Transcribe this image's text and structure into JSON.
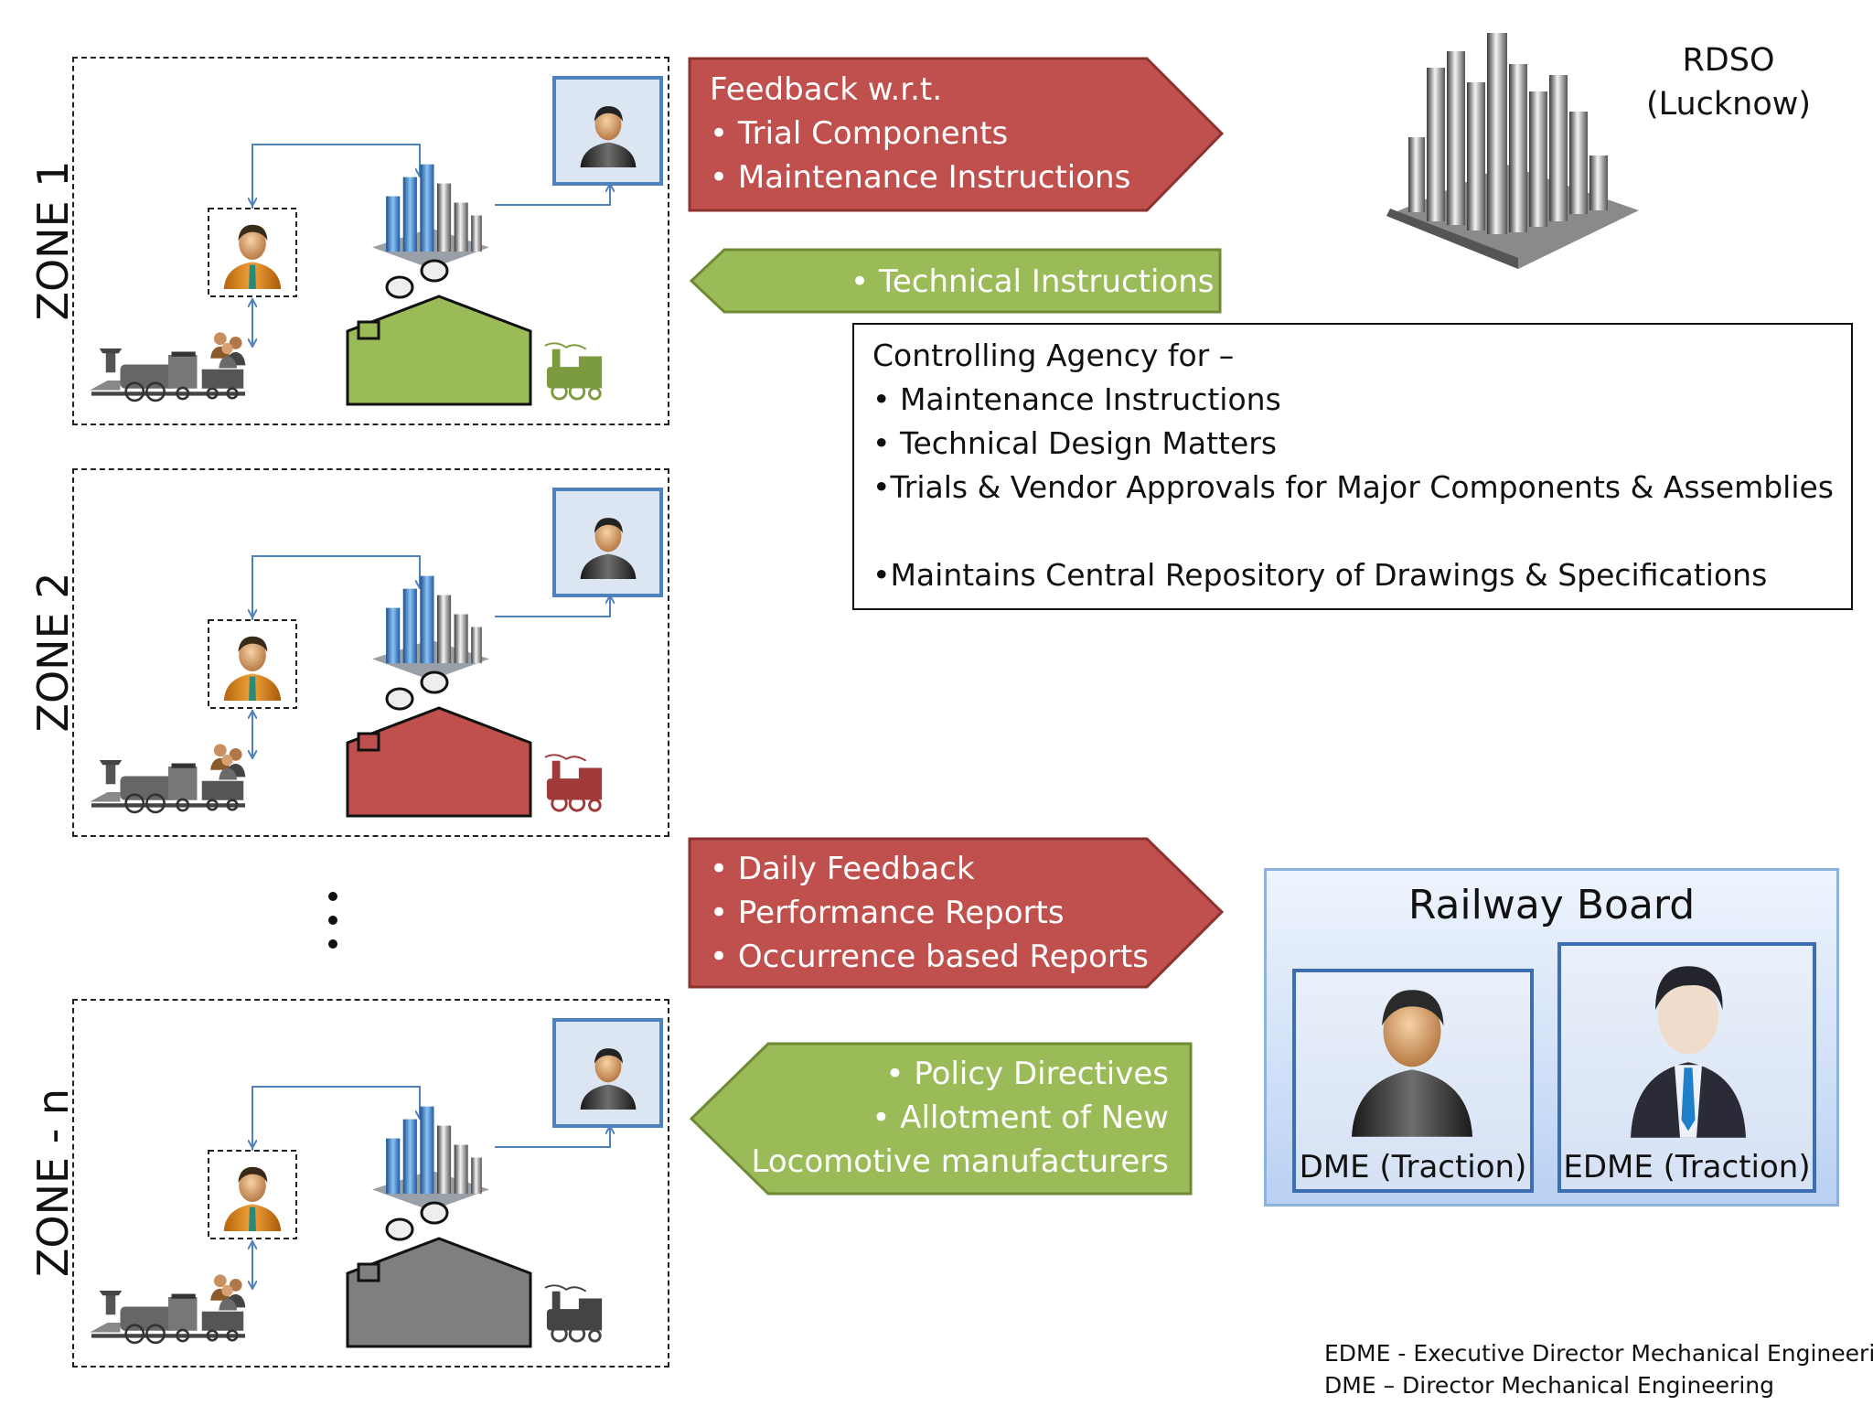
{
  "zones": [
    {
      "label": "ZONE 1",
      "shed_color": "#9bbb59"
    },
    {
      "label": "ZONE 2",
      "shed_color": "#c0504d"
    },
    {
      "label": "ZONE - n",
      "shed_color": "#7f7f7f"
    }
  ],
  "ellipsis": "⋮",
  "rdso": {
    "line1": "RDSO",
    "line2": "(Lucknow)"
  },
  "arrow_feedback_rdso": {
    "color": "#c0504d",
    "heading": "Feedback w.r.t.",
    "items": [
      "• Trial Components",
      "• Maintenance Instructions"
    ]
  },
  "arrow_technical": {
    "color": "#9bbb59",
    "items": [
      "•  Technical Instructions"
    ]
  },
  "controlling_agency": {
    "heading": "Controlling Agency for –",
    "items": [
      "• Maintenance Instructions",
      "• Technical Design Matters",
      "•Trials & Vendor Approvals for Major Components & Assemblies",
      "•Maintains Central Repository of Drawings & Specifications"
    ]
  },
  "arrow_feedback_board": {
    "color": "#c0504d",
    "items": [
      "• Daily Feedback",
      "• Performance Reports",
      "• Occurrence based Reports"
    ]
  },
  "arrow_policy": {
    "color": "#9bbb59",
    "items": [
      "•  Policy Directives",
      "• Allotment of New",
      "Locomotive manufacturers"
    ]
  },
  "railway_board": {
    "title": "Railway Board",
    "members": [
      {
        "label": "DME (Traction)",
        "icon": "person-icon"
      },
      {
        "label": "EDME (Traction)",
        "icon": "person-tie-icon"
      }
    ]
  },
  "footnotes": [
    "EDME - Executive Director Mechanical Engineering",
    "DME – Director Mechanical Engineering"
  ]
}
